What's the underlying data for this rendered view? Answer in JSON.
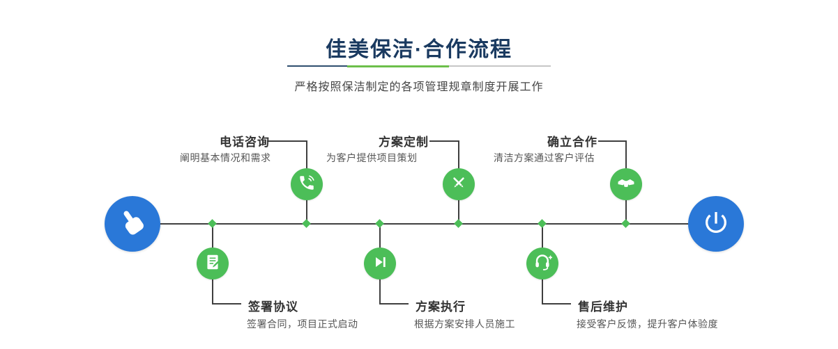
{
  "header": {
    "title": "佳美保洁·合作流程",
    "subtitle": "严格按照保洁制定的各项管理规章制度开展工作"
  },
  "colors": {
    "title_navy": "#1a3a60",
    "accent_green": "#4cbe58",
    "endpoint_blue": "#2a78d8",
    "line_dark": "#3f3f3f"
  },
  "timeline": {
    "start_icon": "hand-pointer-icon",
    "end_icon": "power-icon"
  },
  "steps_top": [
    {
      "label": "电话咨询",
      "desc": "阐明基本情况和需求",
      "icon": "phone-icon"
    },
    {
      "label": "方案定制",
      "desc": "为客户提供项目策划",
      "icon": "design-pen-icon"
    },
    {
      "label": "确立合作",
      "desc": "清洁方案通过客户评估",
      "icon": "handshake-icon"
    }
  ],
  "steps_bottom": [
    {
      "label": "签署协议",
      "desc": "签署合同，项目正式启动",
      "icon": "contract-icon"
    },
    {
      "label": "方案执行",
      "desc": "根据方案安排人员施工",
      "icon": "play-forward-icon"
    },
    {
      "label": "售后维护",
      "desc": "接受客户反馈，提升客户体验度",
      "icon": "headset-icon"
    }
  ]
}
